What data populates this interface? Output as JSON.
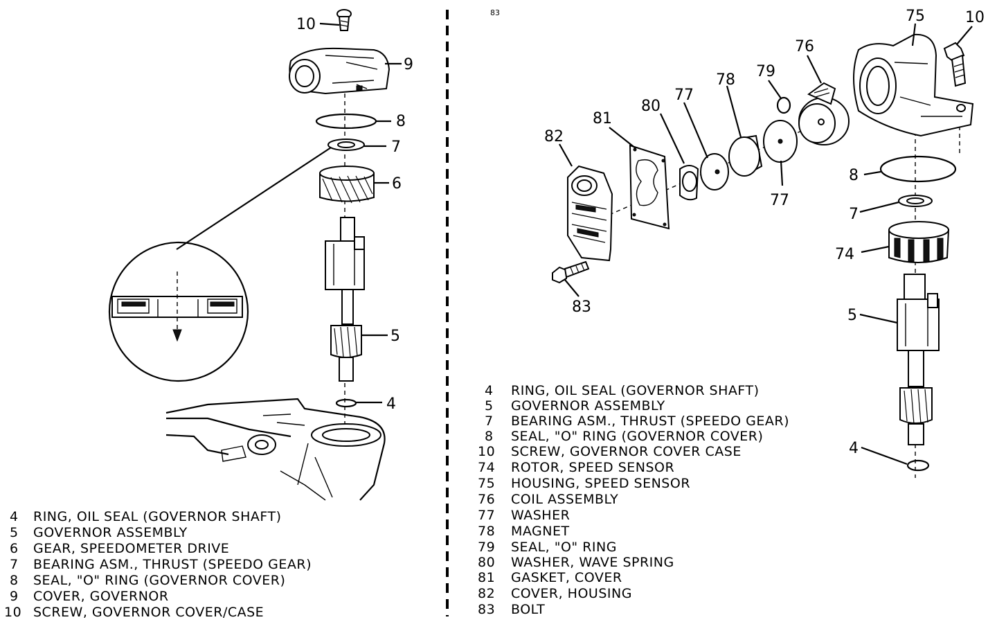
{
  "left_diagram": {
    "callouts": [
      "10",
      "9",
      "8",
      "7",
      "6",
      "5",
      "4"
    ],
    "legend": [
      {
        "num": "4",
        "text": "RING, OIL SEAL (GOVERNOR SHAFT)"
      },
      {
        "num": "5",
        "text": "GOVERNOR ASSEMBLY"
      },
      {
        "num": "6",
        "text": "GEAR, SPEEDOMETER DRIVE"
      },
      {
        "num": "7",
        "text": "BEARING ASM., THRUST (SPEEDO GEAR)"
      },
      {
        "num": "8",
        "text": "SEAL, \"O\" RING (GOVERNOR COVER)"
      },
      {
        "num": "9",
        "text": "COVER, GOVERNOR"
      },
      {
        "num": "10",
        "text": "SCREW, GOVERNOR COVER/CASE"
      }
    ]
  },
  "right_diagram": {
    "callouts": [
      "75",
      "10",
      "76",
      "79",
      "78",
      "77",
      "80",
      "81",
      "82",
      "8",
      "77",
      "7",
      "74",
      "5",
      "83",
      "4"
    ],
    "legend": [
      {
        "num": "4",
        "text": "RING, OIL SEAL (GOVERNOR SHAFT)"
      },
      {
        "num": "5",
        "text": "GOVERNOR ASSEMBLY"
      },
      {
        "num": "7",
        "text": "BEARING ASM., THRUST (SPEEDO GEAR)"
      },
      {
        "num": "8",
        "text": "SEAL, \"O\" RING (GOVERNOR COVER)"
      },
      {
        "num": "10",
        "text": "SCREW, GOVERNOR COVER CASE"
      },
      {
        "num": "74",
        "text": "ROTOR, SPEED SENSOR"
      },
      {
        "num": "75",
        "text": "HOUSING, SPEED SENSOR"
      },
      {
        "num": "76",
        "text": "COIL ASSEMBLY"
      },
      {
        "num": "77",
        "text": "WASHER"
      },
      {
        "num": "78",
        "text": "MAGNET"
      },
      {
        "num": "79",
        "text": "SEAL, \"O\" RING"
      },
      {
        "num": "80",
        "text": "WASHER, WAVE SPRING"
      },
      {
        "num": "81",
        "text": "GASKET, COVER"
      },
      {
        "num": "82",
        "text": "COVER, HOUSING"
      },
      {
        "num": "83",
        "text": "BOLT"
      }
    ]
  },
  "page_mark": "83"
}
